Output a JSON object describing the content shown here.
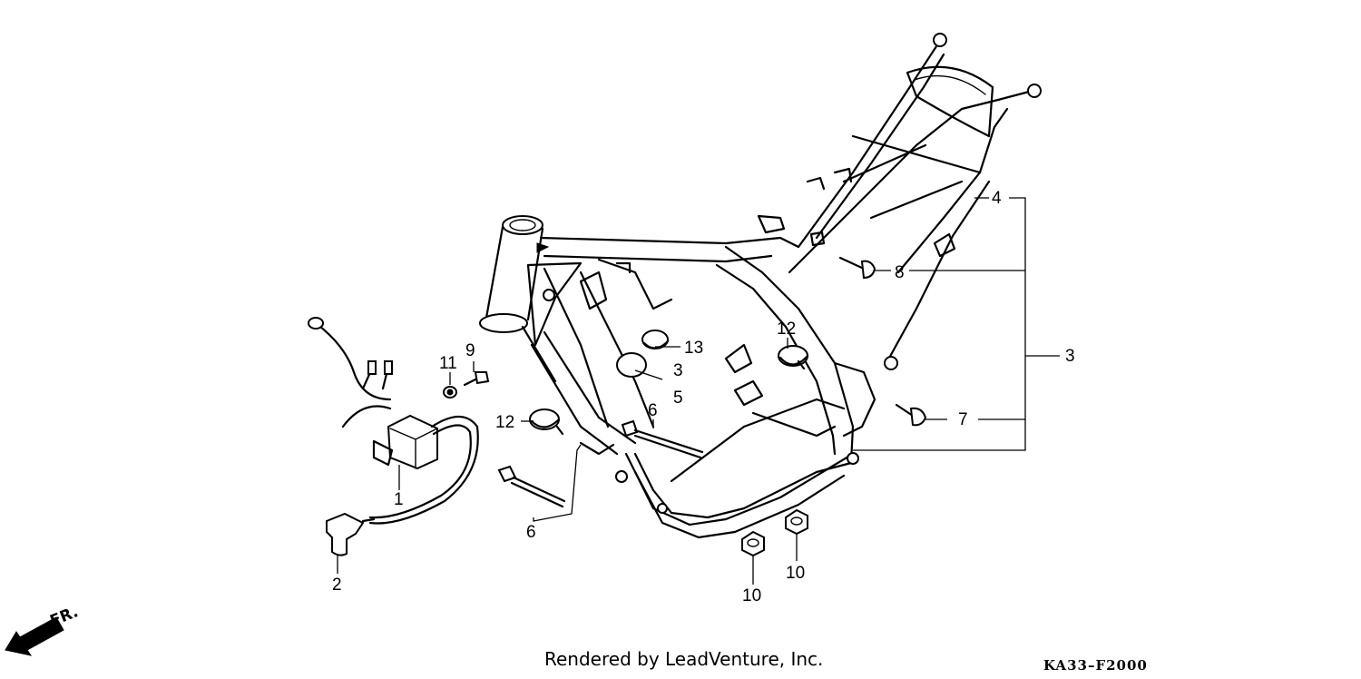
{
  "callouts": {
    "c1": "1",
    "c2": "2",
    "c3a": "3",
    "c3b": "3",
    "c4": "4",
    "c5": "5",
    "c6a": "6",
    "c6b": "6",
    "c7": "7",
    "c8": "8",
    "c9": "9",
    "c10a": "10",
    "c10b": "10",
    "c11": "11",
    "c12a": "12",
    "c12b": "12",
    "c13": "13"
  },
  "front_indicator": "FR.",
  "footer": {
    "credit": "Rendered by LeadVenture, Inc.",
    "code": "KA33–F2000"
  }
}
